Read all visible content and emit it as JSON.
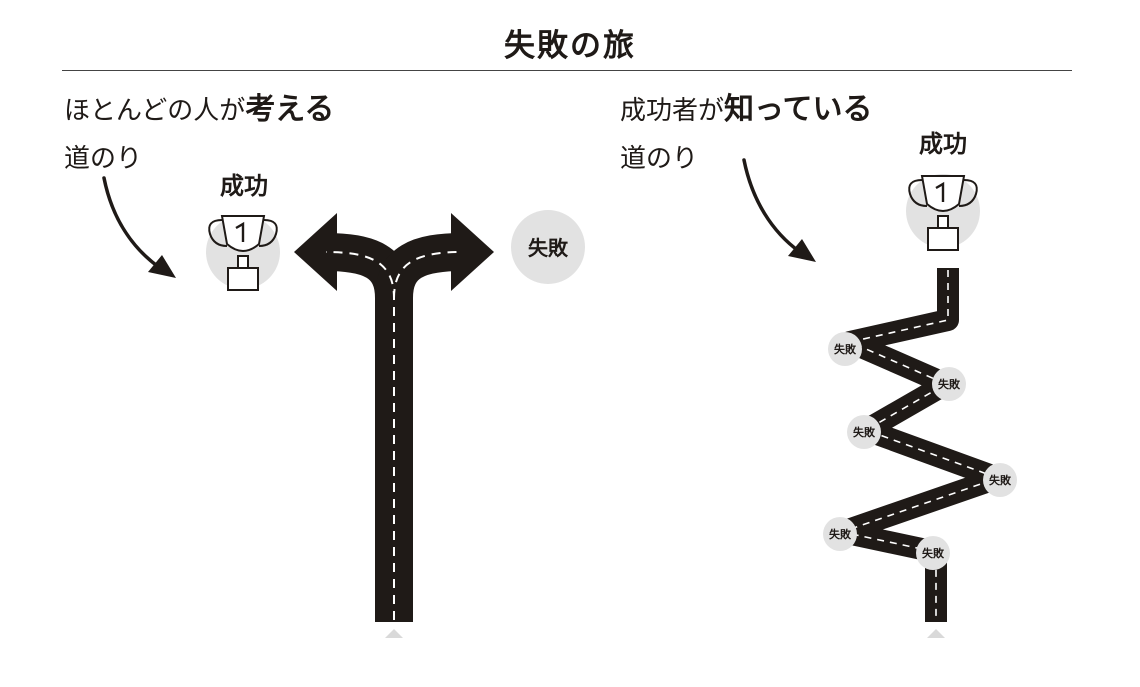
{
  "title": "失敗の旅",
  "left": {
    "caption_prefix": "ほとんどの人が",
    "caption_emphasis": "考える",
    "caption_line2": "道のり",
    "success_label": "成功",
    "failure_label": "失敗"
  },
  "right": {
    "caption_prefix": "成功者が",
    "caption_emphasis": "知っている",
    "caption_line2": "道のり",
    "success_label": "成功",
    "failure_labels": [
      "失敗",
      "失敗",
      "失敗",
      "失敗",
      "失敗",
      "失敗"
    ]
  },
  "colors": {
    "road": "#1f1a17",
    "lane": "#ffffff",
    "circle": "#e2e2e2",
    "text": "#1f1a17",
    "marker": "#d9d9d9"
  },
  "icons": [
    "trophy-icon",
    "curved-arrow-icon",
    "up-marker-icon"
  ]
}
